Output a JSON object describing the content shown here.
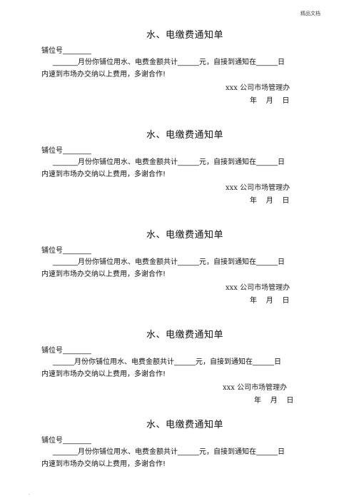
{
  "header": {
    "mark": "精品文档"
  },
  "notices": [
    {
      "title": "水、电缴费通知单",
      "stall_line": "铺位号________",
      "body_line1": "_______月份你铺位用水、电费金额共计______元，自接到通知在______日",
      "body_line2": "内速到市场办交纳以上费用，多谢合作!",
      "signature": "xxx 公司市场管理办",
      "date_line": "年    月    日"
    },
    {
      "title": "水、电缴费通知单",
      "stall_line": "铺位号________",
      "body_line1": "_______月份你铺位用水、电费金额共计______元，自接到通知在______日",
      "body_line2": "内速到市场办交纳以上费用，多谢合作!",
      "signature": "xxx 公司市场管理办",
      "date_line": "年    月    日"
    },
    {
      "title": "水、电缴费通知单",
      "stall_line": "铺位号________",
      "body_line1": "_______月份你铺位用水、电费金额共计______元，自接到通知在______日",
      "body_line2": "内速到市场办交纳以上费用，多谢合作!",
      "signature": "xxx 公司市场管理办",
      "date_line": "年    月    日"
    },
    {
      "title": "水、电缴费通知单",
      "stall_line": "铺位号________",
      "body_line1": "______月份你铺位用水、电费金额共计______元，自接到通知在______日",
      "body_line2": "内速到市场办交纳以上费用，多谢合作!",
      "signature": "xxx 公司市场管理办",
      "date_line": "年    月    日"
    },
    {
      "title": "水、电缴费通知单",
      "stall_line": "铺位号________",
      "body_line1": "_______月份你铺位用水、电费金额共计______元，自接到通知在______日",
      "body_line2": "内速到市场办交纳以上费用，多谢合作!"
    }
  ],
  "footer": {
    "mark": "."
  }
}
